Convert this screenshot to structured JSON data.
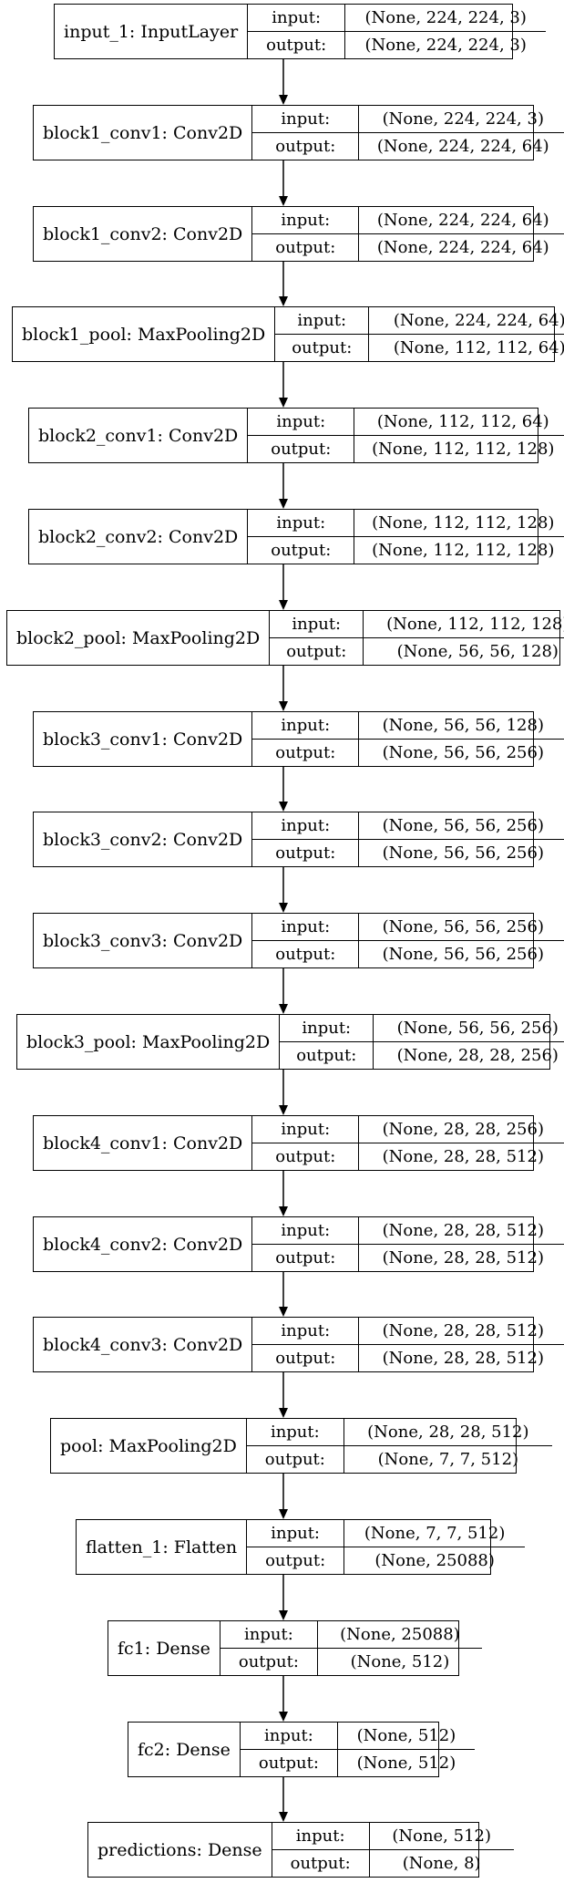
{
  "labels": {
    "input": "input:",
    "output": "output:"
  },
  "layers": [
    {
      "name": "input_1: InputLayer",
      "input": "(None, 224, 224, 3)",
      "output": "(None, 224, 224, 3)"
    },
    {
      "name": "block1_conv1: Conv2D",
      "input": "(None, 224, 224, 3)",
      "output": "(None, 224, 224, 64)"
    },
    {
      "name": "block1_conv2: Conv2D",
      "input": "(None, 224, 224, 64)",
      "output": "(None, 224, 224, 64)"
    },
    {
      "name": "block1_pool: MaxPooling2D",
      "input": "(None, 224, 224, 64)",
      "output": "(None, 112, 112, 64)"
    },
    {
      "name": "block2_conv1: Conv2D",
      "input": "(None, 112, 112, 64)",
      "output": "(None, 112, 112, 128)"
    },
    {
      "name": "block2_conv2: Conv2D",
      "input": "(None, 112, 112, 128)",
      "output": "(None, 112, 112, 128)"
    },
    {
      "name": "block2_pool: MaxPooling2D",
      "input": "(None, 112, 112, 128)",
      "output": "(None, 56, 56, 128)"
    },
    {
      "name": "block3_conv1: Conv2D",
      "input": "(None, 56, 56, 128)",
      "output": "(None, 56, 56, 256)"
    },
    {
      "name": "block3_conv2: Conv2D",
      "input": "(None, 56, 56, 256)",
      "output": "(None, 56, 56, 256)"
    },
    {
      "name": "block3_conv3: Conv2D",
      "input": "(None, 56, 56, 256)",
      "output": "(None, 56, 56, 256)"
    },
    {
      "name": "block3_pool: MaxPooling2D",
      "input": "(None, 56, 56, 256)",
      "output": "(None, 28, 28, 256)"
    },
    {
      "name": "block4_conv1: Conv2D",
      "input": "(None, 28, 28, 256)",
      "output": "(None, 28, 28, 512)"
    },
    {
      "name": "block4_conv2: Conv2D",
      "input": "(None, 28, 28, 512)",
      "output": "(None, 28, 28, 512)"
    },
    {
      "name": "block4_conv3: Conv2D",
      "input": "(None, 28, 28, 512)",
      "output": "(None, 28, 28, 512)"
    },
    {
      "name": "pool: MaxPooling2D",
      "input": "(None, 28, 28, 512)",
      "output": "(None, 7, 7, 512)"
    },
    {
      "name": "flatten_1: Flatten",
      "input": "(None, 7, 7, 512)",
      "output": "(None, 25088)"
    },
    {
      "name": "fc1: Dense",
      "input": "(None, 25088)",
      "output": "(None, 512)"
    },
    {
      "name": "fc2: Dense",
      "input": "(None, 512)",
      "output": "(None, 512)"
    },
    {
      "name": "predictions: Dense",
      "input": "(None, 512)",
      "output": "(None, 8)"
    }
  ]
}
